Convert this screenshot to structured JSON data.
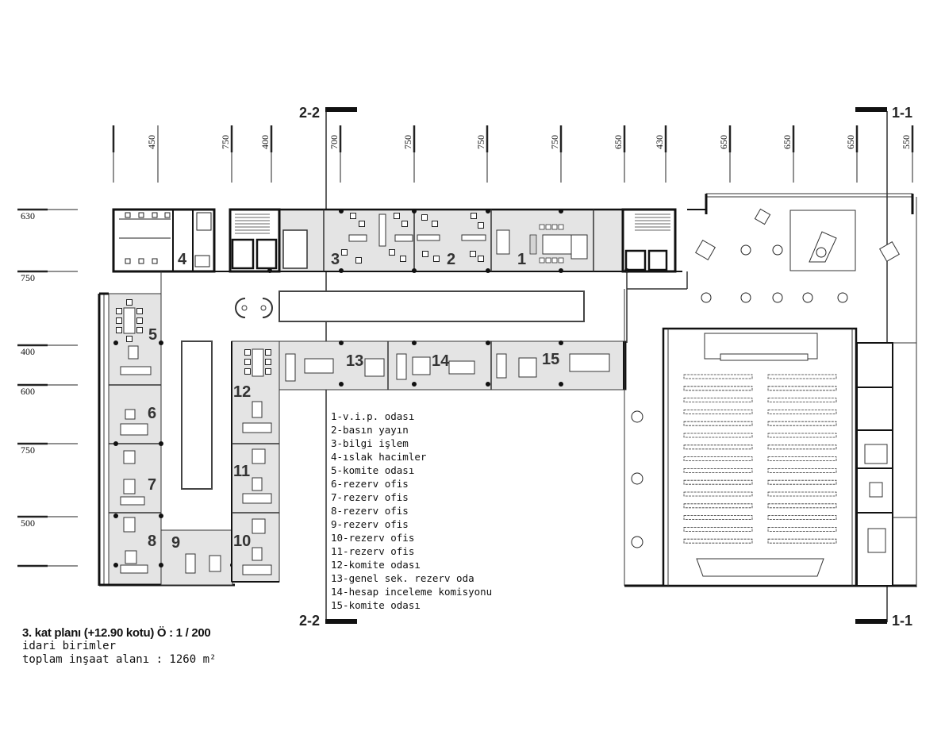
{
  "section_markers": {
    "s22": "2-2",
    "s11": "1-1"
  },
  "top_dimensions": [
    "450",
    "750",
    "400",
    "700",
    "750",
    "750",
    "750",
    "650",
    "430",
    "650",
    "650",
    "650",
    "550"
  ],
  "left_dimensions": [
    "630",
    "750",
    "400",
    "600",
    "750",
    "500"
  ],
  "rooms": [
    "1",
    "2",
    "3",
    "4",
    "5",
    "6",
    "7",
    "8",
    "9",
    "10",
    "11",
    "12",
    "13",
    "14",
    "15"
  ],
  "legend": [
    "1-v.i.p. odası",
    "2-basın yayın",
    "3-bilgi işlem",
    "4-ıslak hacimler",
    "5-komite odası",
    "6-rezerv ofis",
    "7-rezerv ofis",
    "8-rezerv ofis",
    "9-rezerv ofis",
    "10-rezerv ofis",
    "11-rezerv ofis",
    "12-komite odası",
    "13-genel sek. rezerv oda",
    "14-hesap inceleme komisyonu",
    "15-komite odası"
  ],
  "caption": {
    "title": "3. kat planı  (+12.90 kotu)  Ö : 1 / 200",
    "subtitle": "idari birimler",
    "area": "toplam inşaat alanı : 1260 m²"
  }
}
